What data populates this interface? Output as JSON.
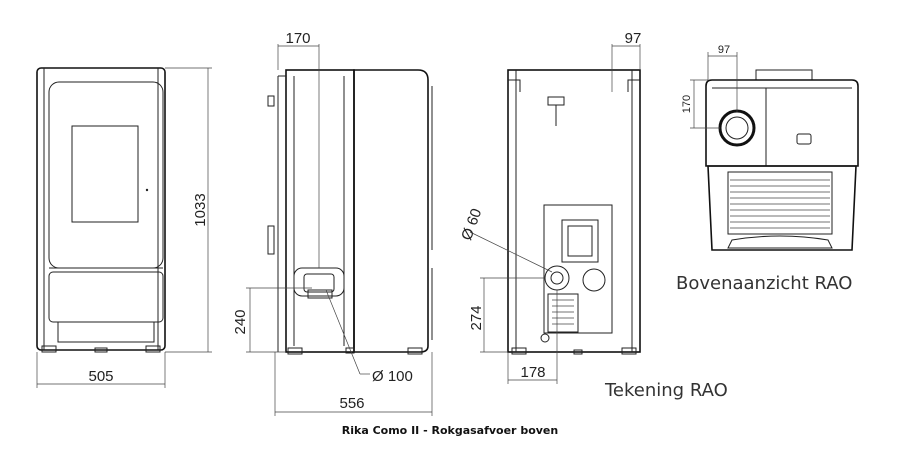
{
  "dimensions": {
    "front_width": "505",
    "front_height": "1033",
    "side_top_offset": "170",
    "side_depth": "556",
    "side_flue_height": "240",
    "side_flue_diameter": "Ø 100",
    "back_top_offset": "97",
    "back_outlet_diameter": "Ø 60",
    "back_outlet_height": "274",
    "back_outlet_offset": "178",
    "top_offset_x": "97",
    "top_offset_y": "170"
  },
  "labels": {
    "top_view": "Bovenaanzicht RAO",
    "drawing": "Tekening RAO"
  },
  "caption": "Rika Como II - Rokgasafvoer boven"
}
